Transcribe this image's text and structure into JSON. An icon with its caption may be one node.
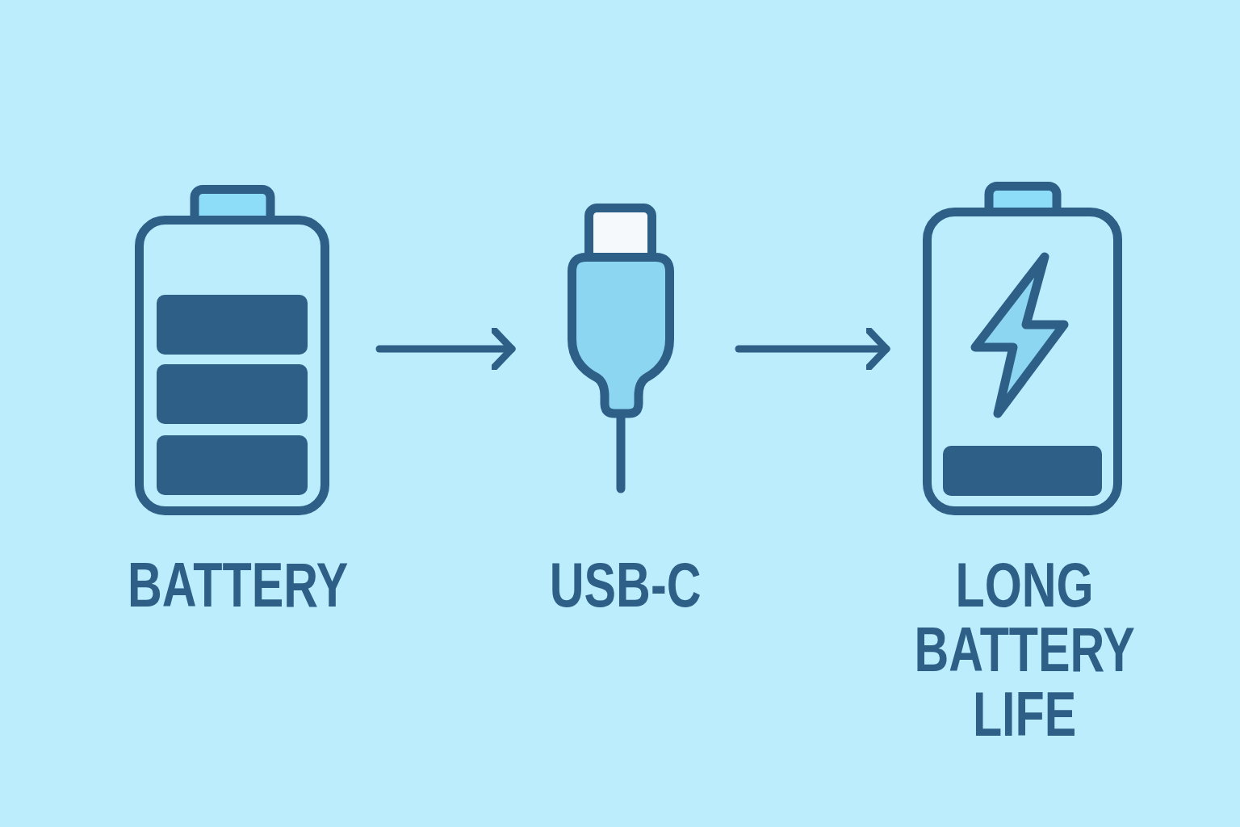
{
  "diagram": {
    "nodes": [
      {
        "text": [
          "BATTERY"
        ]
      },
      {
        "text": [
          "USB-C"
        ]
      },
      {
        "text": [
          "LONG BATTERY LIFE"
        ]
      }
    ],
    "edges": [
      {
        "from": 0,
        "to": 1,
        "arrow": "to"
      },
      {
        "from": 1,
        "to": 2,
        "arrow": "to"
      }
    ]
  }
}
